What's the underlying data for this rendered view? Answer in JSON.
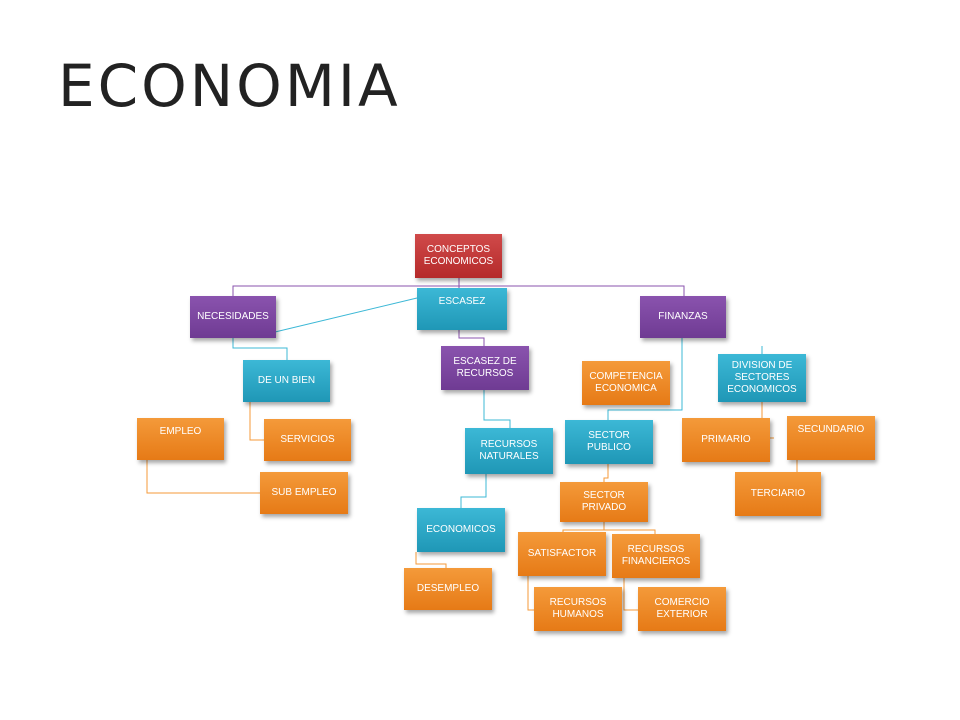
{
  "title": "ECONOMIA",
  "nodes": {
    "conceptos": "CONCEPTOS ECONOMICOS",
    "necesidades": "NECESIDADES",
    "escasez": "ESCASEZ",
    "finanzas": "FINANZAS",
    "de_un_bien": "DE UN BIEN",
    "servicios": "SERVICIOS",
    "empleo": "EMPLEO",
    "sub_empleo": "SUB EMPLEO",
    "escasez_recursos": "ESCASEZ DE RECURSOS",
    "recursos_naturales": "RECURSOS NATURALES",
    "economicos": "ECONOMICOS",
    "desempleo": "DESEMPLEO",
    "competencia": "COMPETENCIA ECONOMICA",
    "sector_publico": "SECTOR PUBLICO",
    "sector_privado": "SECTOR PRIVADO",
    "satisfactor": "SATISFACTOR",
    "recursos_financieros": "RECURSOS FINANCIEROS",
    "recursos_humanos": "RECURSOS HUMANOS",
    "comercio_exterior": "COMERCIO EXTERIOR",
    "division": "DIVISION DE SECTORES ECONOMICOS",
    "primario": "PRIMARIO",
    "secundario": "SECUNDARIO",
    "terciario": "TERCIARIO"
  },
  "colors": {
    "root": "#c0393b",
    "level1": "#7b46a0",
    "teal": "#2aa9c9",
    "orange": "#ed8a25"
  }
}
